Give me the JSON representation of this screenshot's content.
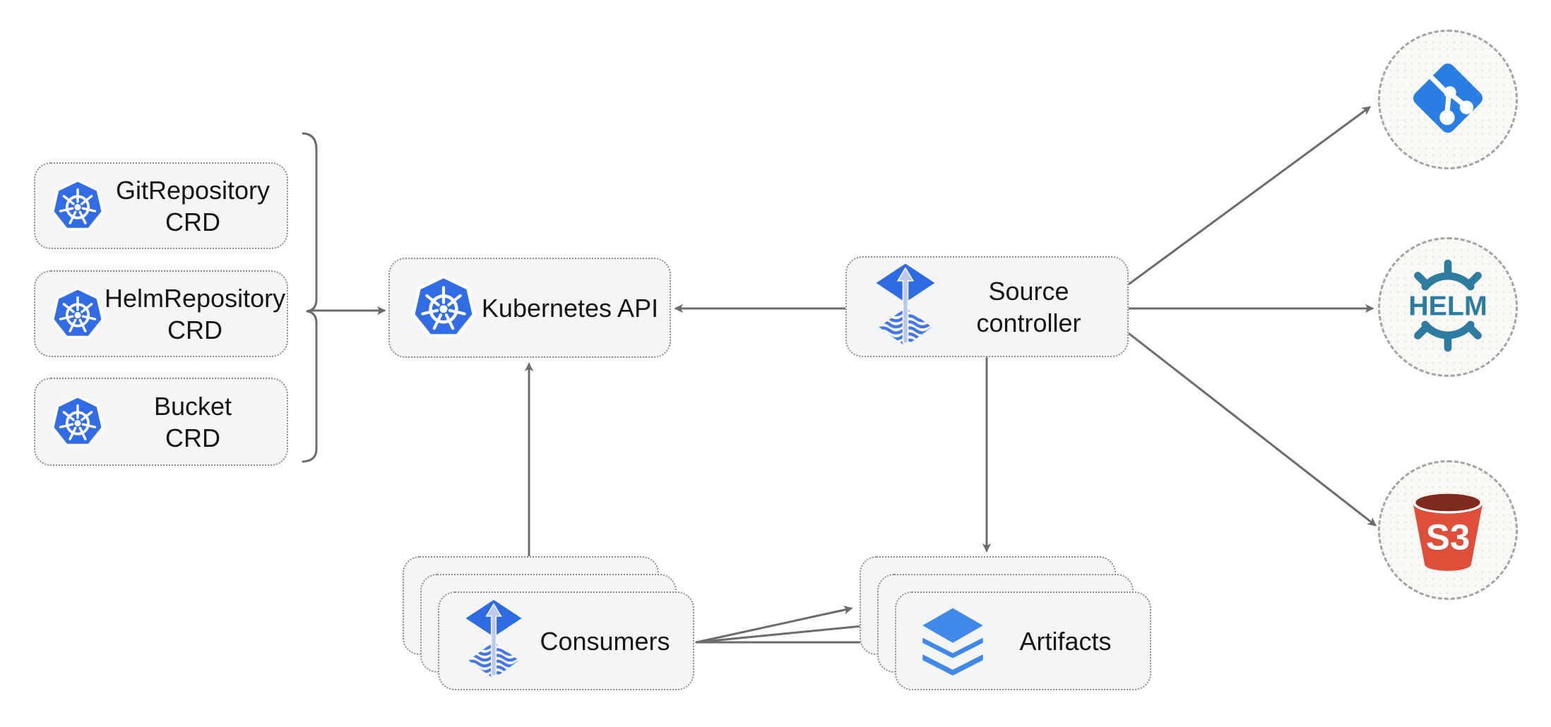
{
  "nodes": {
    "crd_boxes": [
      {
        "line1": "GitRepository",
        "line2": "CRD",
        "icon": "kubernetes-icon"
      },
      {
        "line1": "HelmRepository",
        "line2": "CRD",
        "icon": "kubernetes-icon"
      },
      {
        "line1": "Bucket",
        "line2": "CRD",
        "icon": "kubernetes-icon"
      }
    ],
    "kubernetes_api": {
      "label": "Kubernetes API",
      "icon": "kubernetes-icon"
    },
    "source_controller": {
      "line1": "Source",
      "line2": "controller",
      "icon": "flux-icon"
    },
    "consumers": {
      "label": "Consumers",
      "icon": "flux-icon",
      "stack_count": 3
    },
    "artifacts": {
      "label": "Artifacts",
      "icon": "layers-icon",
      "stack_count": 3
    },
    "git_endpoint": {
      "icon": "git-icon"
    },
    "helm_endpoint": {
      "label": "HELM",
      "icon": "helm-icon"
    },
    "s3_endpoint": {
      "label": "S3",
      "icon": "s3-bucket-icon"
    }
  },
  "edges": [
    {
      "from": "crd-group-bracket",
      "to": "kubernetes-api"
    },
    {
      "from": "source-controller",
      "to": "kubernetes-api"
    },
    {
      "from": "consumers",
      "to": "kubernetes-api"
    },
    {
      "from": "source-controller",
      "to": "artifacts"
    },
    {
      "from": "source-controller",
      "to": "git-endpoint"
    },
    {
      "from": "source-controller",
      "to": "helm-endpoint"
    },
    {
      "from": "source-controller",
      "to": "s3-endpoint"
    },
    {
      "from": "consumers",
      "to": "artifacts",
      "arrow_count": 3
    }
  ],
  "colors": {
    "kubernetes_blue": "#326CE5",
    "flux_blue": "#2E6BE0",
    "flux_wave_blue": "#4377E6",
    "flux_arrow_light": "#BCC9EE",
    "git_blue": "#2A7DE2",
    "helm_teal": "#2E7BA0",
    "s3_red": "#DD4F3B",
    "s3_dark_red": "#7E2A1C",
    "layers_blue": "#4089E8",
    "arrow_gray": "#6B6B6B",
    "node_fill": "#F5F5F5",
    "node_border": "#8C8C8C",
    "circle_fill": "#FAF9F6",
    "text_color": "#161616"
  }
}
